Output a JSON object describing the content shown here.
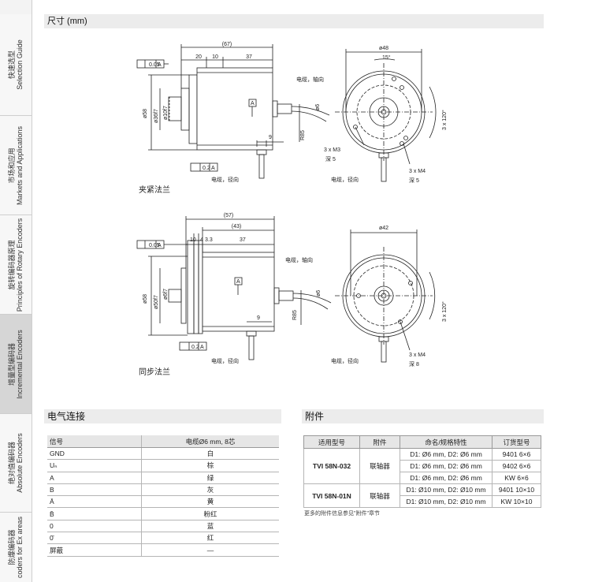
{
  "sidebar": {
    "tabs": [
      {
        "cn": "快速选型",
        "en": "Selection Guide",
        "active": false
      },
      {
        "cn": "市场和应用",
        "en": "Markets and Applications",
        "active": false
      },
      {
        "cn": "旋转编码器原理",
        "en": "Principles of Rotary Encoders",
        "active": false
      },
      {
        "cn": "增量型编码器",
        "en": "Incremental Encoders",
        "active": true
      },
      {
        "cn": "绝对值编码器",
        "en": "Absolute Encoders",
        "active": false
      },
      {
        "cn": "防爆编码器",
        "en": "coders for Ex areas",
        "active": false
      }
    ]
  },
  "dimensions": {
    "title": "尺寸 (mm)",
    "clamp": {
      "caption": "夹紧法兰",
      "dims": {
        "d67": "(67)",
        "d20": "20",
        "d10": "10",
        "d37": "37",
        "d9": "9",
        "d58": "ø58",
        "d36": "ø36f7",
        "d10s": "ø10f7",
        "d6": "ø6",
        "r85": "R85",
        "d48": "ø48",
        "a15": "15°",
        "a120": "3 x 120°",
        "m3": "3 x M3",
        "m3d": "深  5",
        "m4": "3 x M4",
        "m4d": "深 5",
        "tol1": "0.05",
        "tol2": "0.2",
        "dA": "A"
      },
      "cable_axial": "电缆，轴向",
      "cable_radial": "电缆，径向"
    },
    "sync": {
      "caption": "同步法兰",
      "dims": {
        "d57": "(57)",
        "d43": "(43)",
        "d10": "10",
        "d4": "4",
        "d33": "3.3",
        "d37": "37",
        "d9": "9",
        "d58": "ø58",
        "d50": "ø50f7",
        "d6f": "ø6f7",
        "d6": "ø6",
        "r85": "R85",
        "d42": "ø42",
        "a120": "3 x 120°",
        "m4": "3 x M4",
        "m4d": "深 8",
        "tol1": "0.05",
        "tol2": "0.2",
        "dA": "A"
      },
      "cable_axial": "电缆，轴向",
      "cable_radial": "电缆，径向"
    }
  },
  "electrical": {
    "title": "电气连接",
    "headers": [
      "信号",
      "电缆Ø6 mm, 8芯"
    ],
    "rows": [
      [
        "GND",
        "白"
      ],
      [
        "Uₙ",
        "棕"
      ],
      [
        "A",
        "绿"
      ],
      [
        "B",
        "灰"
      ],
      [
        "Ā",
        "黄"
      ],
      [
        "B̄",
        "粉红"
      ],
      [
        "0",
        "蓝"
      ],
      [
        "0̄",
        "红"
      ],
      [
        "屏蔽",
        "—"
      ]
    ]
  },
  "accessories": {
    "title": "附件",
    "headers": [
      "适用型号",
      "附件",
      "命名/规格特性",
      "订货型号"
    ],
    "groups": [
      {
        "model": "TVI 58N-032",
        "type": "联轴器",
        "rows": [
          [
            "D1: Ø6 mm, D2: Ø6 mm",
            "9401 6×6"
          ],
          [
            "D1: Ø6 mm, D2: Ø6 mm",
            "9402 6×6"
          ],
          [
            "D1: Ø6 mm, D2: Ø6 mm",
            "KW 6×6"
          ]
        ]
      },
      {
        "model": "TVI 58N-01N",
        "type": "联轴器",
        "rows": [
          [
            "D1: Ø10 mm, D2: Ø10 mm",
            "9401 10×10"
          ],
          [
            "D1: Ø10 mm, D2: Ø10 mm",
            "KW 10×10"
          ]
        ]
      }
    ],
    "note": "更多的附件信息参见\"附件\"章节"
  }
}
